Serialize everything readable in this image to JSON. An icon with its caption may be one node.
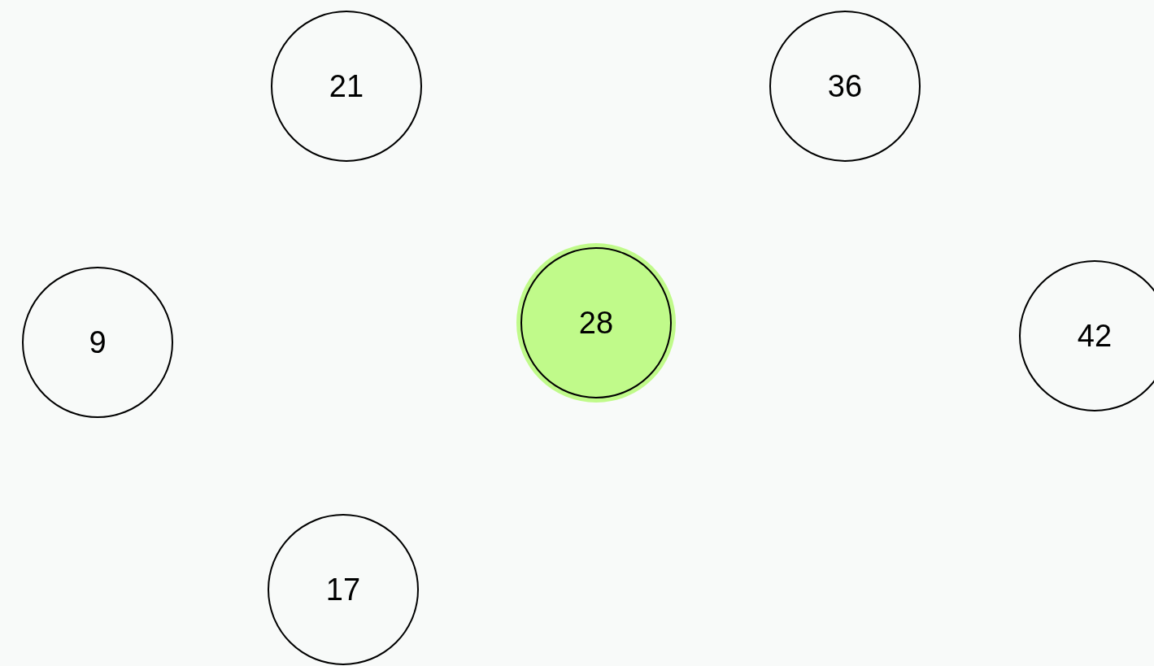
{
  "diagram": {
    "nodes": [
      {
        "text": [
          "21"
        ]
      },
      {
        "text": [
          "36"
        ]
      },
      {
        "text": [
          "9"
        ]
      },
      {
        "text": [
          "28"
        ]
      },
      {
        "text": [
          "42"
        ]
      },
      {
        "text": [
          "17"
        ]
      }
    ]
  }
}
